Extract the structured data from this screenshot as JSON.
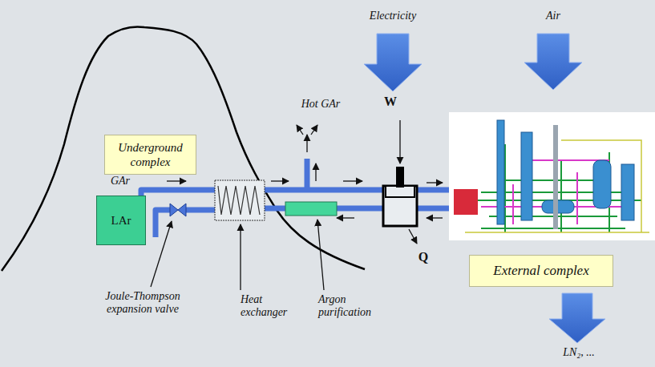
{
  "diagram": {
    "nodes": [
      {
        "text": [
          "Underground complex"
        ]
      },
      {
        "text": [
          "LAr"
        ]
      },
      {
        "text": [
          "External complex"
        ]
      }
    ],
    "labels": [
      "Electricity",
      "Air",
      "Hot GAr",
      "W",
      "GAr",
      "Q",
      "Joule-Thompson expansion valve",
      "Heat exchanger",
      "Argon purification",
      "LN₂, ..."
    ]
  }
}
